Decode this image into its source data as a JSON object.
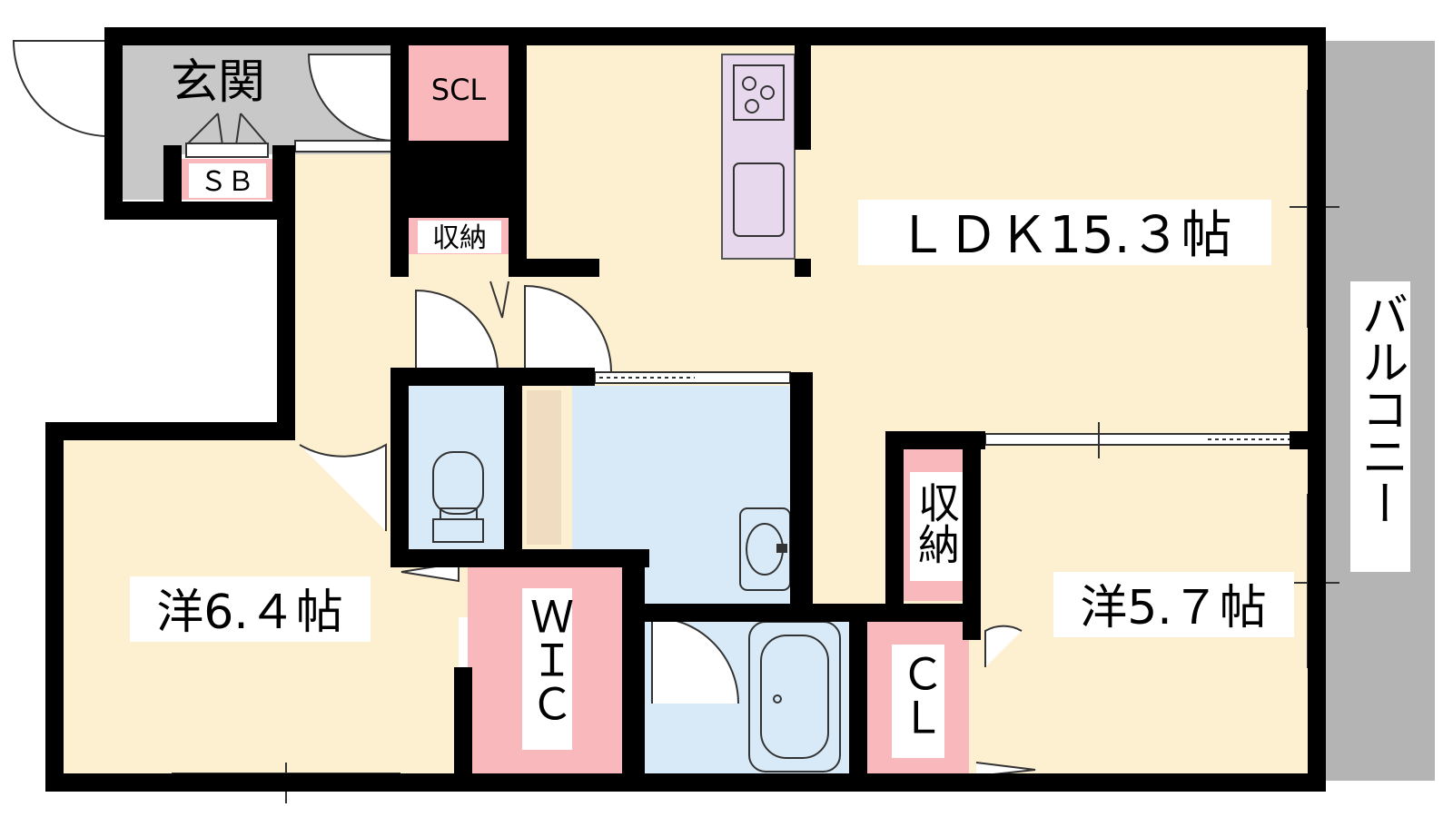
{
  "colors": {
    "wall": "#000000",
    "room": "#fdf0d0",
    "entrance": "#c8c8c8",
    "storage": "#f8b8bc",
    "wet": "#d8eaf8",
    "kitchen": "#e8d8ee",
    "balcony": "#b4b4b4",
    "corridor": "#f0dcc0",
    "window": "#ffffff"
  },
  "rooms": {
    "ldk": "ＬＤＫ15.３帖",
    "west1": "洋6.４帖",
    "west2": "洋5.７帖",
    "entrance": "玄関",
    "balcony": "バルコニー"
  },
  "storage": {
    "scl": "SCL",
    "sb": "ＳＢ",
    "closet_top": "収納",
    "closet_mid": "収納",
    "wic": "ＷＩＣ",
    "cl": "ＣＬ"
  },
  "icons": {
    "stove": "stove-icon",
    "sink": "sink-icon",
    "toilet": "toilet-icon",
    "washbasin": "washbasin-icon",
    "bathtub": "bathtub-icon"
  }
}
